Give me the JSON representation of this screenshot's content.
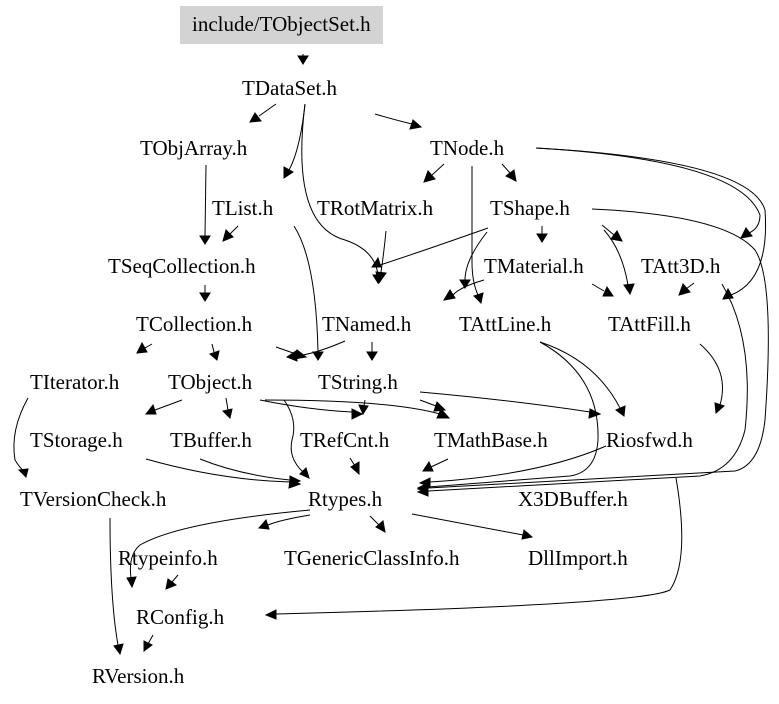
{
  "diagram": {
    "colors": {
      "background": "#ffffff",
      "root_fill": "#d3d3d3",
      "line": "#000000",
      "text": "#000000"
    },
    "nodes": {
      "tobjectset": "include/TObjectSet.h",
      "tdataset": "TDataSet.h",
      "tobjarray": "TObjArray.h",
      "tnode": "TNode.h",
      "tlist": "TList.h",
      "trotmatrix": "TRotMatrix.h",
      "tshape": "TShape.h",
      "tseqcollection": "TSeqCollection.h",
      "tmaterial": "TMaterial.h",
      "tatt3d": "TAtt3D.h",
      "tcollection": "TCollection.h",
      "tnamed": "TNamed.h",
      "tattline": "TAttLine.h",
      "tattfill": "TAttFill.h",
      "titerator": "TIterator.h",
      "tobject": "TObject.h",
      "tstring": "TString.h",
      "tstorage": "TStorage.h",
      "tbuffer": "TBuffer.h",
      "trefcnt": "TRefCnt.h",
      "tmathbase": "TMathBase.h",
      "riosfwd": "Riosfwd.h",
      "tversioncheck": "TVersionCheck.h",
      "rtypes": "Rtypes.h",
      "x3dbuffer": "X3DBuffer.h",
      "rtypeinfo": "Rtypeinfo.h",
      "tgenericclassinfo": "TGenericClassInfo.h",
      "dllimport": "DllImport.h",
      "rconfig": "RConfig.h",
      "rversion": "RVersion.h"
    }
  }
}
